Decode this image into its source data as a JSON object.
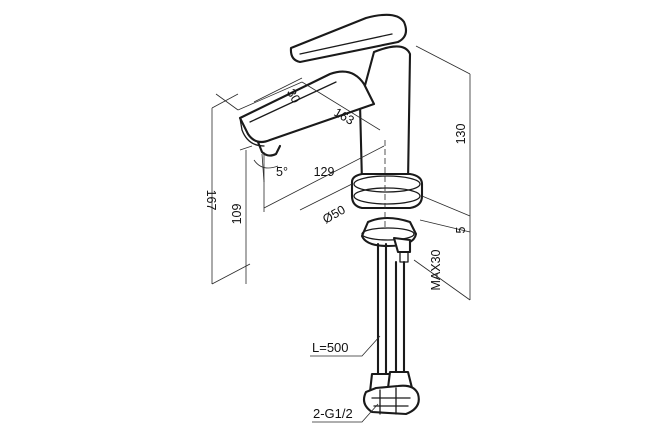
{
  "drawing": {
    "type": "technical-dimension-drawing",
    "colors": {
      "line": "#1a1a1a",
      "background": "#ffffff"
    },
    "dimensions": {
      "total_height": "167",
      "spout_height": "109",
      "body_height": "130",
      "spout_length": "163",
      "spout_width": "30",
      "reach": "129",
      "angle": "5°",
      "base_diameter": "Ø50",
      "base_thickness": "5",
      "max_counter": "MAX30"
    },
    "callouts": {
      "hose_length": "L=500",
      "connection_thread": "2-G1/2"
    }
  }
}
